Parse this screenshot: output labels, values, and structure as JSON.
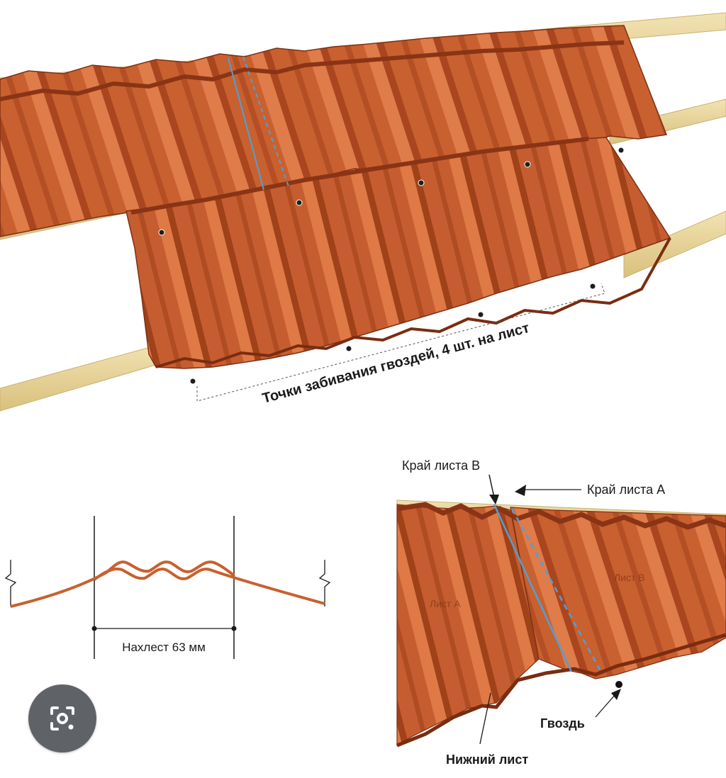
{
  "main_diagram": {
    "nail_points_label": "Точки забивания гвоздей, 4 шт. на лист"
  },
  "overlap_diagram": {
    "overlap_label": "Нахлест 63 мм"
  },
  "detail_diagram": {
    "edge_b_label": "Край листа В",
    "edge_a_label": "Край листа А",
    "sheet_a_label": "Лист А",
    "sheet_b_label": "Лист В",
    "nail_label": "Гвоздь",
    "bottom_sheet_label": "Нижний лист"
  },
  "lens_button": {
    "icon": "camera-search-icon"
  },
  "colors": {
    "tile": "#c86034",
    "tile_dark": "#8c3418",
    "tile_light": "#e07a4a",
    "batten": "#e8d59c",
    "seam_line": "#4fa0d8"
  }
}
